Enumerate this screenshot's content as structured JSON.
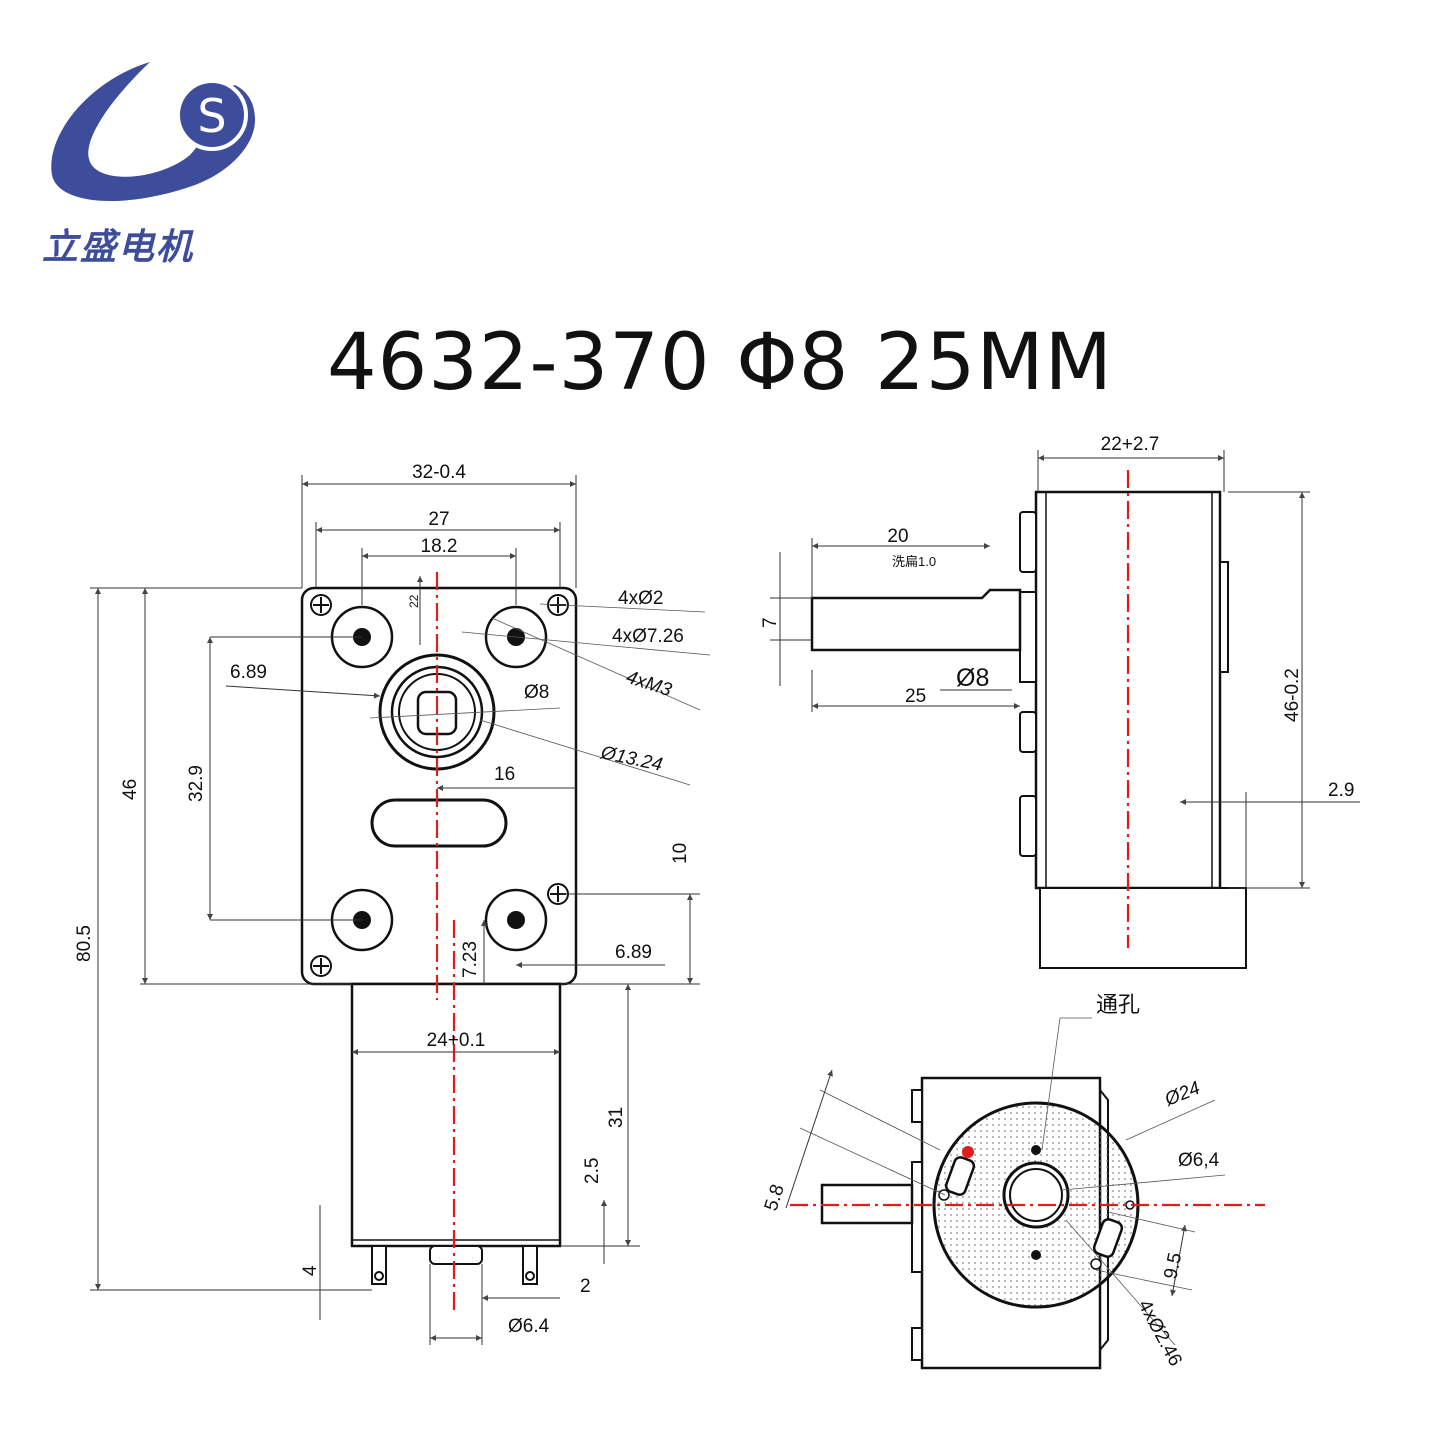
{
  "logo": {
    "letter": "S",
    "brand_name": "立盛电机",
    "colors": {
      "blue": "#3e4d9b",
      "white": "#ffffff"
    }
  },
  "title": "4632-370  Φ8 25MM",
  "front_view": {
    "width_overall": "32-0.4",
    "hole_spacing_x": "27",
    "inner_spacing": "18.2",
    "small_top": "22",
    "holes_2": "4xØ2",
    "holes_726": "4xØ7.26",
    "thread": "4xM3",
    "offset_left": "6.89",
    "shaft_d": "Ø8",
    "boss_d": "Ø13.24",
    "gap_16": "16",
    "height_46": "46",
    "hole_spacing_y": "32.9",
    "total_length": "80.5",
    "dim_10": "10",
    "dim_723": "7.23",
    "offset_right": "6.89",
    "motor_d": "24+0.1",
    "motor_len": "31",
    "dim_25": "2.5",
    "terminal_len": "4",
    "dim_2": "2",
    "boss_small": "Ø6.4"
  },
  "side_view": {
    "depth": "22+2.7",
    "shaft_len": "20",
    "chamfer_note": "洗扁1.0",
    "flat": "7",
    "shaft_d": "Ø8",
    "overall_len": "25",
    "height": "46-0.2",
    "dim_29": "2.9"
  },
  "end_view": {
    "through_hole": "通孔",
    "dim_58": "5.8",
    "motor_d": "Ø24",
    "boss_d": "Ø6,4",
    "dim_95": "9.5",
    "holes": "4xØ2.46"
  },
  "colors": {
    "centerline": "#e31b1b",
    "line": "#111111",
    "dot": "#e31b1b"
  }
}
